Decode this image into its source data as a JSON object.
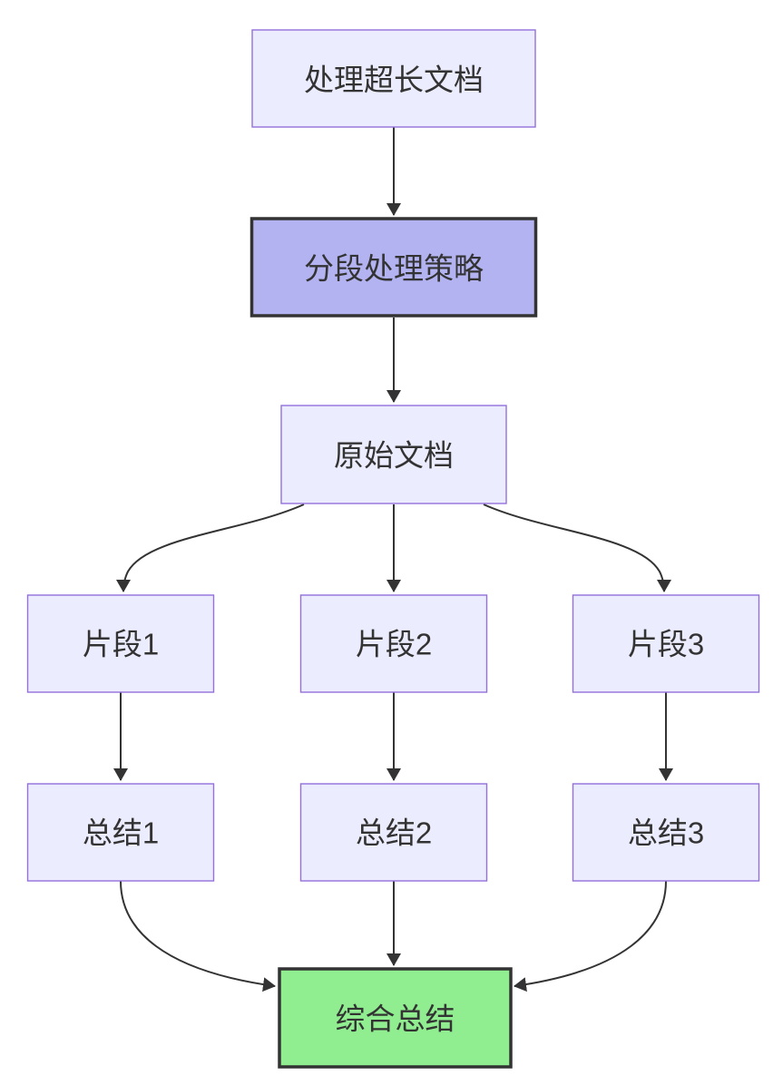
{
  "diagram": {
    "type": "flowchart",
    "direction": "top-down",
    "nodes": [
      {
        "id": "A",
        "label": "处理超长文档",
        "style": "default"
      },
      {
        "id": "B",
        "label": "分段处理策略",
        "style": "highlight-purple"
      },
      {
        "id": "C",
        "label": "原始文档",
        "style": "default"
      },
      {
        "id": "D1",
        "label": "片段1",
        "style": "default"
      },
      {
        "id": "D2",
        "label": "片段2",
        "style": "default"
      },
      {
        "id": "D3",
        "label": "片段3",
        "style": "default"
      },
      {
        "id": "E1",
        "label": "总结1",
        "style": "default"
      },
      {
        "id": "E2",
        "label": "总结2",
        "style": "default"
      },
      {
        "id": "E3",
        "label": "总结3",
        "style": "default"
      },
      {
        "id": "F",
        "label": "综合总结",
        "style": "highlight-green"
      }
    ],
    "edges": [
      {
        "from": "处理超长文档",
        "to": "分段处理策略"
      },
      {
        "from": "分段处理策略",
        "to": "原始文档"
      },
      {
        "from": "原始文档",
        "to": "片段1"
      },
      {
        "from": "原始文档",
        "to": "片段2"
      },
      {
        "from": "原始文档",
        "to": "片段3"
      },
      {
        "from": "片段1",
        "to": "总结1"
      },
      {
        "from": "片段2",
        "to": "总结2"
      },
      {
        "from": "片段3",
        "to": "总结3"
      },
      {
        "from": "总结1",
        "to": "综合总结"
      },
      {
        "from": "总结2",
        "to": "综合总结"
      },
      {
        "from": "总结3",
        "to": "综合总结"
      }
    ],
    "colors": {
      "background": "#FFFFFF",
      "node_fill": "#ECECFF",
      "node_stroke": "#9370DB",
      "highlight_purple_fill": "#B3B3F2",
      "highlight_green_fill": "#90EE90",
      "highlight_stroke": "#333333",
      "edge": "#333333",
      "text": "#333333"
    }
  }
}
